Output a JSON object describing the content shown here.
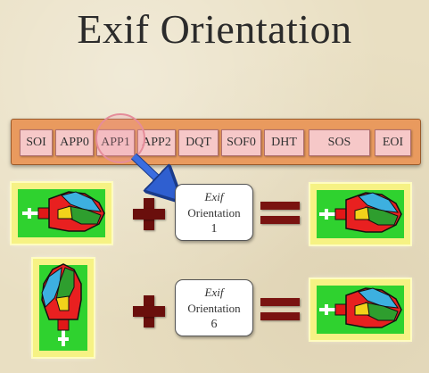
{
  "title": "Exif Orientation",
  "segments": [
    "SOI",
    "APP0",
    "APP1",
    "APP2",
    "DQT",
    "SOF0",
    "DHT",
    "SOS",
    "EOI"
  ],
  "highlighted_segment": "APP1",
  "rows": [
    {
      "tag_line1": "Exif",
      "tag_line2": "Orientation",
      "value": "1"
    },
    {
      "tag_line1": "Exif",
      "tag_line2": "Orientation",
      "value": "6"
    }
  ],
  "colors": {
    "background": "#e9dfc2",
    "segment_bar": "#e99a5e",
    "segment_box": "#f6c8c8",
    "highlight": "#e58c9a",
    "arrow": "#2f5fd0",
    "image_frame": "#f6f284",
    "image_green": "#2fd22f",
    "operator": "#6a0f0c"
  },
  "icons": [
    "plug-icon",
    "plus-icon",
    "equals-icon",
    "arrow-icon"
  ]
}
